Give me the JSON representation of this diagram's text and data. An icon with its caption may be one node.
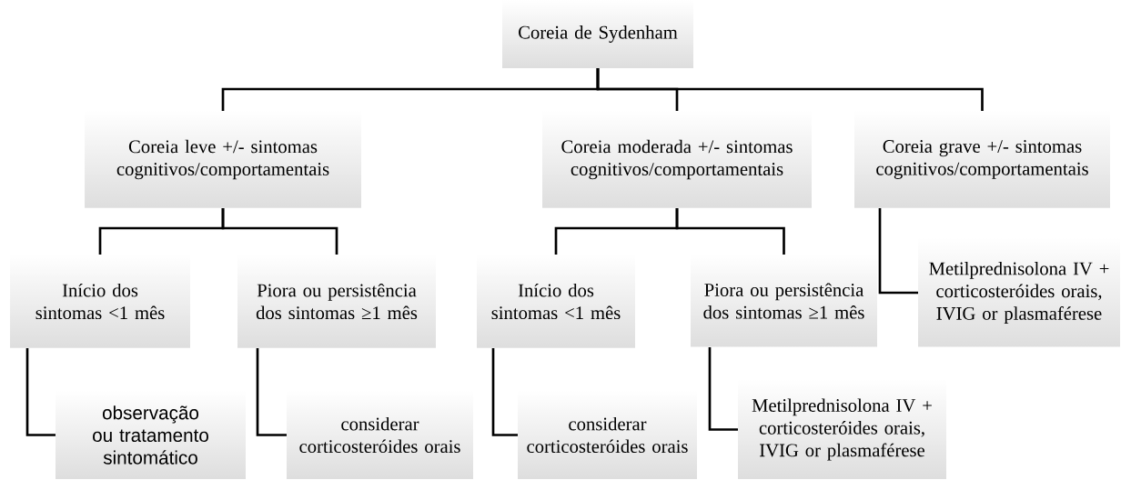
{
  "diagram": {
    "nodes": [
      {
        "text": [
          "Coreia de Sydenham"
        ]
      },
      {
        "text": [
          "Coreia leve +/- sintomas cognitivos/comportamentais"
        ]
      },
      {
        "text": [
          "Coreia moderada +/- sintomas cognitivos/comportamentais"
        ]
      },
      {
        "text": [
          "Coreia grave +/- sintomas cognitivos/comportamentais"
        ]
      },
      {
        "text": [
          "Início dos sintomas <1 mês"
        ]
      },
      {
        "text": [
          "Piora ou persistência dos sintomas ≥1 mês"
        ]
      },
      {
        "text": [
          "Início dos sintomas <1 mês"
        ]
      },
      {
        "text": [
          "Piora ou persistência dos sintomas ≥1 mês"
        ]
      },
      {
        "text": [
          "Metilprednisolona IV + corticosteróides orais, IVIG or plasmaférese"
        ]
      },
      {
        "text": [
          "observação ou tratamento sintomático"
        ]
      },
      {
        "text": [
          "considerar corticosteróides orais"
        ]
      },
      {
        "text": [
          "considerar corticosteróides orais"
        ]
      },
      {
        "text": [
          "Metilprednisolona IV + corticosteróides orais, IVIG or plasmaférese"
        ]
      }
    ],
    "edges": [
      {
        "from": 0,
        "to": 1,
        "arrow": "none"
      },
      {
        "from": 0,
        "to": 2,
        "arrow": "none"
      },
      {
        "from": 0,
        "to": 3,
        "arrow": "none"
      },
      {
        "from": 1,
        "to": 4,
        "arrow": "none"
      },
      {
        "from": 1,
        "to": 5,
        "arrow": "none"
      },
      {
        "from": 2,
        "to": 6,
        "arrow": "none"
      },
      {
        "from": 2,
        "to": 7,
        "arrow": "none"
      },
      {
        "from": 3,
        "to": 8,
        "arrow": "none"
      },
      {
        "from": 4,
        "to": 9,
        "arrow": "none"
      },
      {
        "from": 5,
        "to": 10,
        "arrow": "none"
      },
      {
        "from": 6,
        "to": 11,
        "arrow": "none"
      },
      {
        "from": 7,
        "to": 12,
        "arrow": "none"
      }
    ]
  }
}
